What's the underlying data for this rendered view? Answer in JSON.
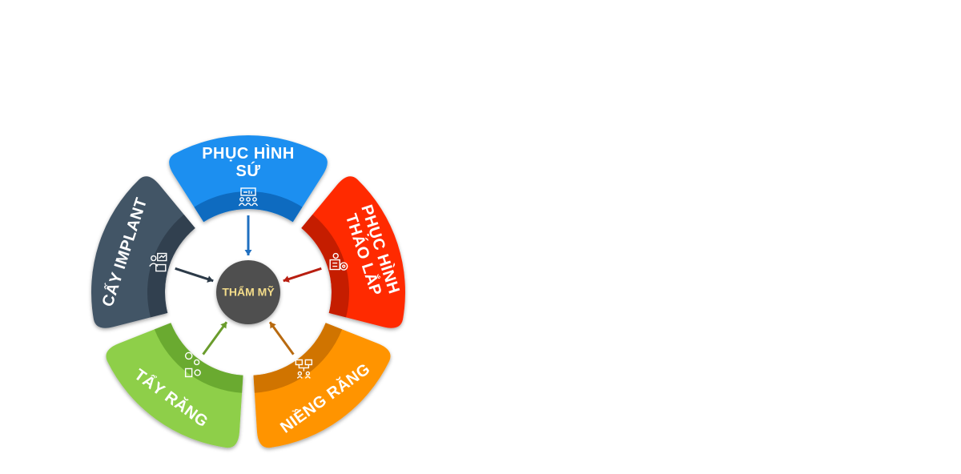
{
  "diagram": {
    "center": {
      "label": "THẨM MỸ",
      "color": "#505050",
      "text_color": "#f3dc8a"
    },
    "segments": [
      {
        "id": "phuc-hinh-su",
        "label_lines": [
          "PHỤC HÌNH",
          "SỨ"
        ],
        "color": "#1a8ff0",
        "dark": "#0a5fb0",
        "arrow": "#1f6fc0",
        "icon": "team-presentation-icon"
      },
      {
        "id": "phuc-hinh-thao-lap",
        "label_lines": [
          "PHỤC HÌNH",
          "THÁO LẮP"
        ],
        "color": "#ff2a00",
        "dark": "#b21a00",
        "arrow": "#b81e10",
        "icon": "worker-target-icon"
      },
      {
        "id": "nieng-rang",
        "label_lines": [
          "NIỀNG RĂNG"
        ],
        "color": "#ff9400",
        "dark": "#c06a00",
        "arrow": "#b86a10",
        "icon": "team-network-icon"
      },
      {
        "id": "tay-rang",
        "label_lines": [
          "TẨY RĂNG"
        ],
        "color": "#8ecf4a",
        "dark": "#5e9e28",
        "arrow": "#6a9c2c",
        "icon": "location-doc-icon"
      },
      {
        "id": "cay-implant",
        "label_lines": [
          "CẤY IMPLANT"
        ],
        "color": "#435466",
        "dark": "#2c3a48",
        "arrow": "#2c3a48",
        "icon": "worker-chart-icon"
      }
    ]
  }
}
